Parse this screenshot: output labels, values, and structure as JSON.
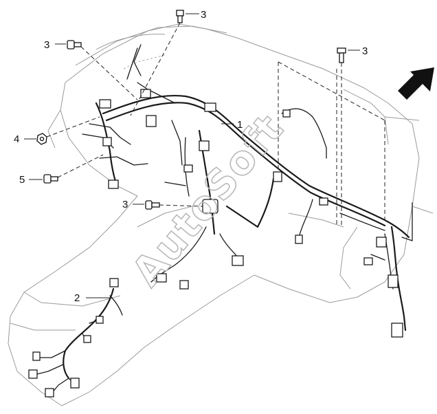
{
  "callouts": {
    "c1": "1",
    "c2": "2",
    "c3a": "3",
    "c3b": "3",
    "c3c": "3",
    "c3d": "3",
    "c4": "4",
    "c5": "5"
  },
  "watermark": "AutoSoft",
  "colors": {
    "line": "#1a1a1a",
    "body_outline": "#9a9a9a",
    "watermark": "#b9b9b9"
  },
  "icons": {
    "direction": "front-direction-arrow-icon",
    "bolt": "bolt-icon",
    "nut": "nut-icon"
  }
}
